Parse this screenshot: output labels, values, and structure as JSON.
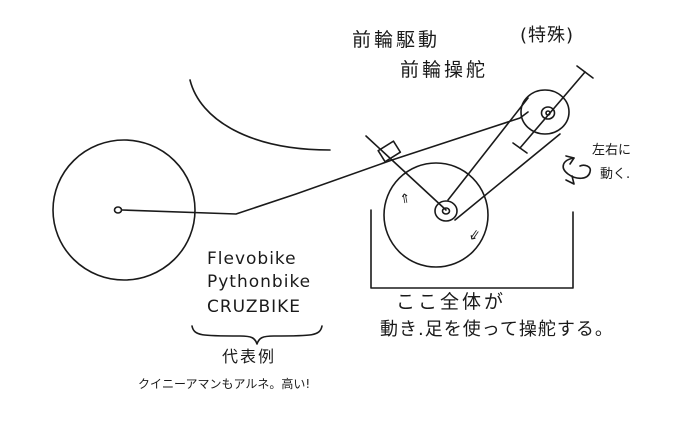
{
  "colors": {
    "ink": "#1a1a1a",
    "paper": "#ffffff"
  },
  "title": {
    "line1": "前輪駆動",
    "line1_suffix": "(特殊)",
    "line2": "前輪操舵"
  },
  "motion_note": {
    "line1": "左右に",
    "line2": "動く."
  },
  "direction_arrows": {
    "up": "⇑",
    "down": "⇓",
    "rotate": "⟳"
  },
  "examples": {
    "items": [
      "Flevobike",
      "Pythonbike",
      "CRUZBIKE"
    ],
    "label": "代表例",
    "note": "クイニーアマンもアルネ。高い!"
  },
  "steering_note": {
    "line1": "ここ全体が",
    "line2": "動き.足を使って操舵する。"
  }
}
